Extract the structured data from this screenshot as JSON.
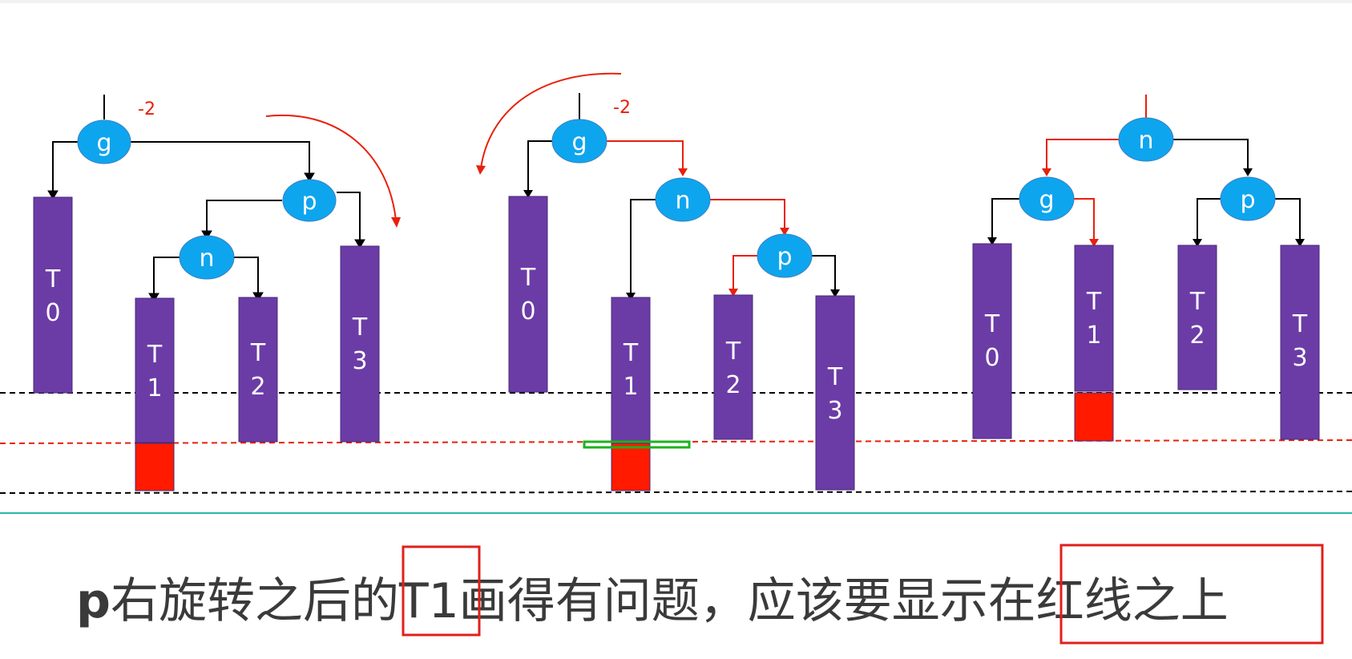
{
  "colors": {
    "node": "#0ea5ef",
    "subtree": "#6b3ca6",
    "overflow": "#ff1a00",
    "edge": "#000000",
    "highlight_edge": "#e8200a",
    "divider": "#2bb7a6",
    "green_mark": "#1db21d",
    "caption": "#3a3a3a",
    "frame": "#e0201c"
  },
  "diagrams": [
    {
      "id": "before",
      "nodes": [
        {
          "id": "g",
          "label": "g"
        },
        {
          "id": "p",
          "label": "p"
        },
        {
          "id": "n",
          "label": "n"
        }
      ],
      "badge": "-2",
      "subtrees": [
        {
          "id": "T0",
          "lines": [
            "T",
            "0"
          ],
          "overflow": false
        },
        {
          "id": "T1",
          "lines": [
            "T",
            "1"
          ],
          "overflow": true
        },
        {
          "id": "T2",
          "lines": [
            "T",
            "2"
          ],
          "overflow": false
        },
        {
          "id": "T3",
          "lines": [
            "T",
            "3"
          ],
          "overflow": false
        }
      ]
    },
    {
      "id": "after-p-right-rotation",
      "nodes": [
        {
          "id": "g",
          "label": "g"
        },
        {
          "id": "n",
          "label": "n"
        },
        {
          "id": "p",
          "label": "p"
        }
      ],
      "badge": "-2",
      "subtrees": [
        {
          "id": "T0",
          "lines": [
            "T",
            "0"
          ],
          "overflow": false
        },
        {
          "id": "T1",
          "lines": [
            "T",
            "1"
          ],
          "overflow": true
        },
        {
          "id": "T2",
          "lines": [
            "T",
            "2"
          ],
          "overflow": false
        },
        {
          "id": "T3",
          "lines": [
            "T",
            "3"
          ],
          "overflow": false
        }
      ]
    },
    {
      "id": "after-g-left-rotation",
      "nodes": [
        {
          "id": "n",
          "label": "n"
        },
        {
          "id": "g",
          "label": "g"
        },
        {
          "id": "p",
          "label": "p"
        }
      ],
      "badge": "",
      "subtrees": [
        {
          "id": "T0",
          "lines": [
            "T",
            "0"
          ],
          "overflow": false
        },
        {
          "id": "T1",
          "lines": [
            "T",
            "1"
          ],
          "overflow": true
        },
        {
          "id": "T2",
          "lines": [
            "T",
            "2"
          ],
          "overflow": false
        },
        {
          "id": "T3",
          "lines": [
            "T",
            "3"
          ],
          "overflow": false
        }
      ]
    }
  ],
  "caption": {
    "parts": [
      "p",
      "右旋转之后的",
      "T1",
      "画得有问题，应该要显示在",
      "红线之上"
    ]
  }
}
